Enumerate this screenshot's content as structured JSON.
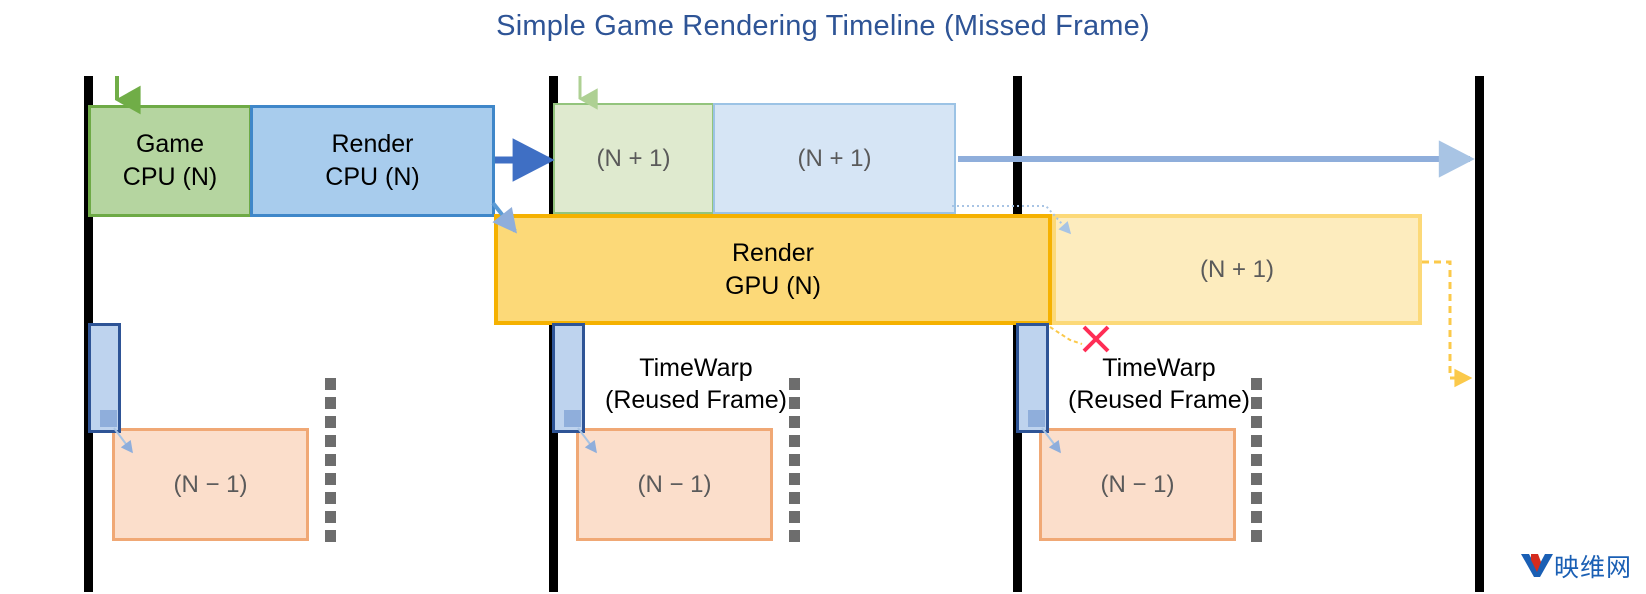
{
  "title": "Simple Game Rendering Timeline (Missed Frame)",
  "colors": {
    "title": "#2e5496",
    "game_cpu_fill": "#b5d5a0",
    "game_cpu_border": "#6eaa46",
    "render_cpu_fill": "#a8cced",
    "render_cpu_border": "#3f87c9",
    "render_gpu_fill": "#fcd978",
    "render_gpu_border": "#f5b100",
    "reused_fill": "#fbdecb",
    "reused_border": "#f0a875",
    "timewarp_fill": "#bed3ee",
    "timewarp_border": "#2e5496",
    "vsync_line": "#000000",
    "miss_marker": "#ff2d55",
    "divider": "#6d6d6d"
  },
  "blocks": {
    "game_cpu_n": {
      "line1": "Game",
      "line2": "CPU (N)"
    },
    "render_cpu_n": {
      "line1": "Render",
      "line2": "CPU (N)"
    },
    "render_gpu_n": {
      "line1": "Render",
      "line2": "GPU (N)"
    },
    "game_cpu_next": {
      "label": "(N + 1)"
    },
    "render_cpu_next": {
      "label": "(N + 1)"
    },
    "render_gpu_next": {
      "label": "(N + 1)"
    }
  },
  "timewarp": {
    "label_line1": "TimeWarp",
    "label_line2": "(Reused Frame)"
  },
  "reused_frames": {
    "frame_a": "(N − 1)",
    "frame_b": "(N − 1)",
    "frame_c": "(N − 1)"
  },
  "markers": {
    "missed_frame": "✕"
  },
  "watermark": {
    "logo": "YV",
    "text": "映维网"
  }
}
